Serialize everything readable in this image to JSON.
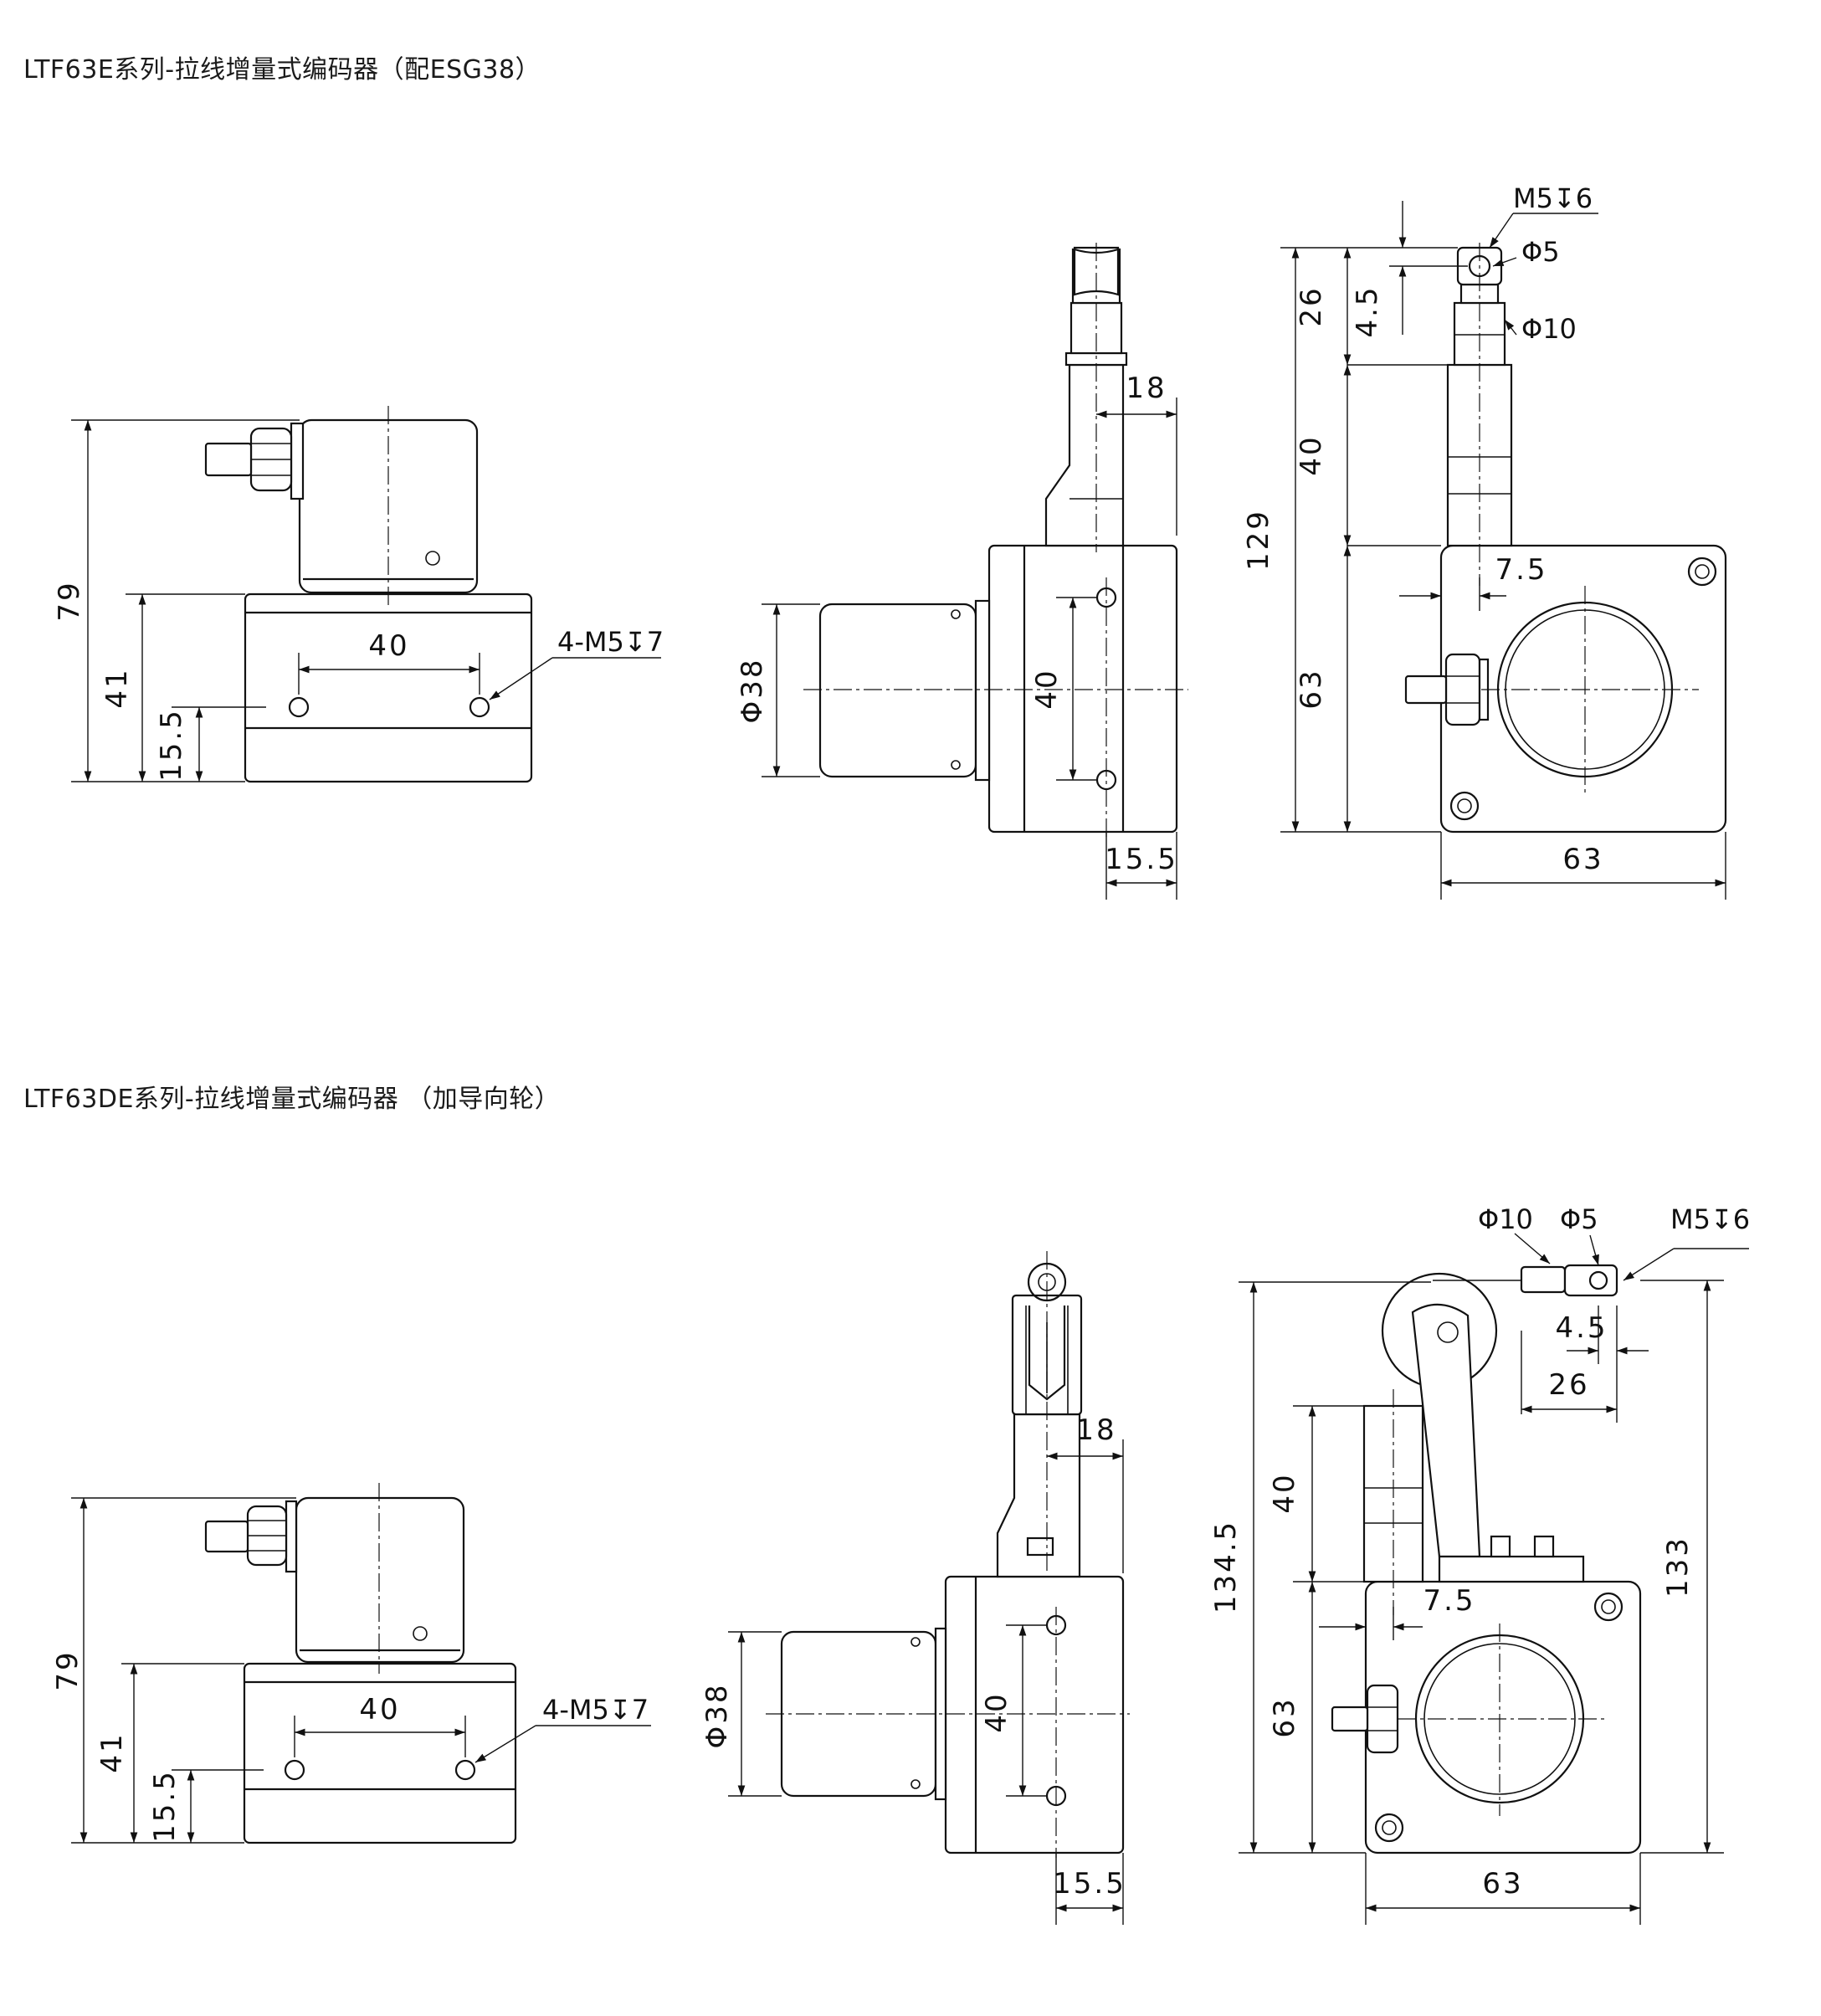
{
  "sections": [
    {
      "title": "LTF63E系列-拉线增量式编码器（配ESG38）",
      "side_view": {
        "dim_total_height": "79",
        "dim_base_height": "41",
        "dim_hole_height": "15.5",
        "dim_hole_spacing": "40",
        "hole_callout": "4-M5↧7"
      },
      "front_view": {
        "dim_encoder_diameter": "Φ38",
        "dim_hole_spacing": "40",
        "dim_offset_cable": "18",
        "dim_offset_hole": "15.5"
      },
      "end_view": {
        "dim_overall_height": "129",
        "dim_top": "26",
        "dim_middle": "40",
        "dim_bottom": "63",
        "dim_eyelet_offset": "4.5",
        "dim_width": "63",
        "dim_side_offset": "7.5",
        "callout_thread": "M5↧6",
        "callout_hole": "Φ5",
        "callout_rod": "Φ10"
      }
    },
    {
      "title": "LTF63DE系列-拉线增量式编码器 （加导向轮）",
      "side_view": {
        "dim_total_height": "79",
        "dim_base_height": "41",
        "dim_hole_height": "15.5",
        "dim_hole_spacing": "40",
        "hole_callout": "4-M5↧7"
      },
      "front_view": {
        "dim_encoder_diameter": "Φ38",
        "dim_hole_spacing": "40",
        "dim_offset_cable": "18",
        "dim_offset_hole": "15.5"
      },
      "end_view": {
        "dim_overall_height": "134.5",
        "dim_right_height": "133",
        "dim_middle": "40",
        "dim_bottom": "63",
        "dim_eyelet_offset": "4.5",
        "dim_arm_offset": "26",
        "dim_width": "63",
        "dim_side_offset": "7.5",
        "callout_thread": "M5↧6",
        "callout_hole": "Φ5",
        "callout_rod": "Φ10"
      }
    }
  ]
}
